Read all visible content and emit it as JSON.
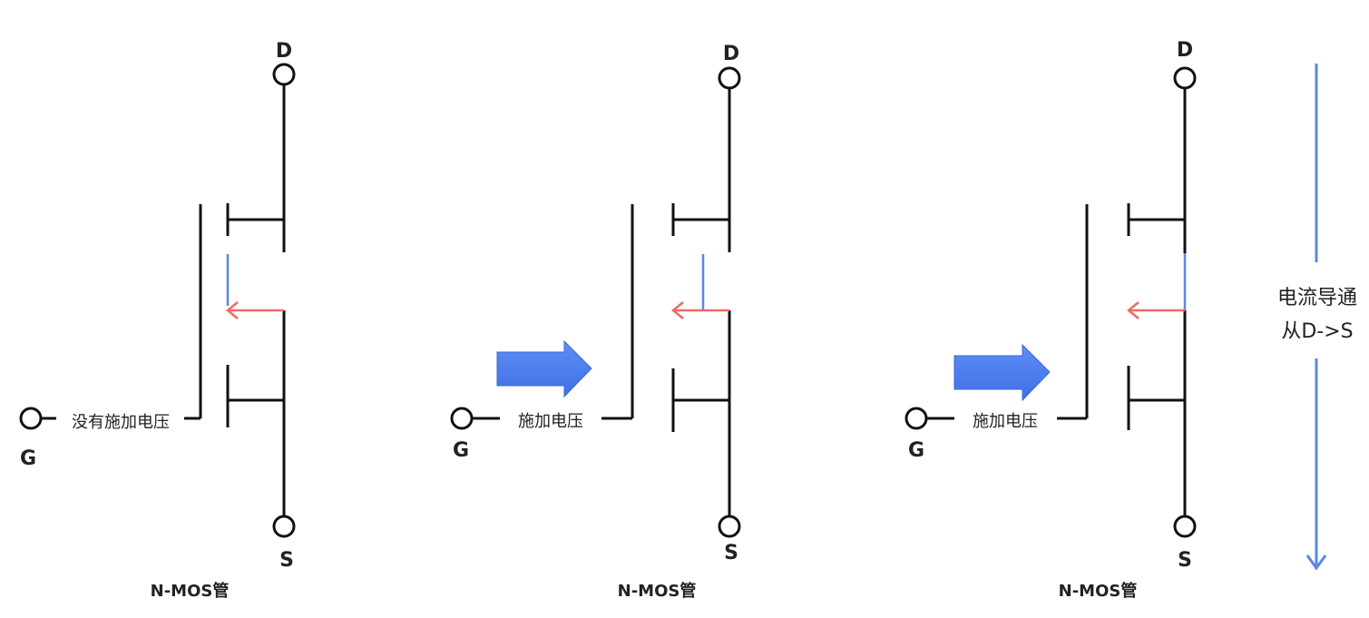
{
  "panels": [
    {
      "drain_label": "D",
      "source_label": "S",
      "gate_label": "G",
      "gate_text": "没有施加电压",
      "caption": "N-MOS管"
    },
    {
      "drain_label": "D",
      "source_label": "S",
      "gate_label": "G",
      "gate_text": "施加电压",
      "caption": "N-MOS管"
    },
    {
      "drain_label": "D",
      "source_label": "S",
      "gate_label": "G",
      "gate_text": "施加电压",
      "caption": "N-MOS管"
    }
  ],
  "current_note": {
    "line1": "电流导通",
    "line2": "从D->S"
  },
  "colors": {
    "line": "#111111",
    "channel": "#5b86e5",
    "arrow": "#ee6b63",
    "big_arrow": "#4f7ff0"
  }
}
